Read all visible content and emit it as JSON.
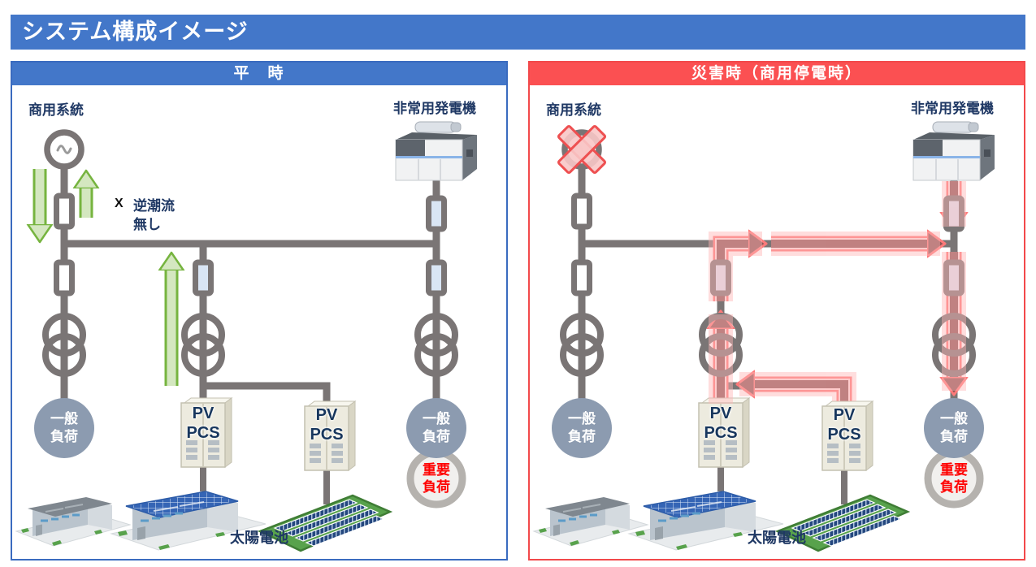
{
  "title": "システム構成イメージ",
  "colors": {
    "banner_blue": "#4377c9",
    "panel_red": "#fb5052",
    "line_gray": "#7a7575",
    "navy_text": "#1f3864",
    "green_arrow_edge": "#76b43f",
    "green_arrow_fill": "#d4e7c0",
    "red_arrow_core": "#8d5757",
    "red_arrow_edge": "#fd7a7a",
    "red_arrow_halo": "#ffb6b6",
    "load_circle": "#8c9bb0",
    "critical_ring": "#b5b2ae",
    "critical_text": "#ff0000",
    "breaker_blue": "#d9e5f4"
  },
  "left_panel": {
    "header": "平　時",
    "grid_label": "商用系統",
    "generator_label": "非常用発電機",
    "no_reverse_x": "X",
    "no_reverse_1": "逆潮流",
    "no_reverse_2": "無し",
    "pv_line1": "PV",
    "pv_line2": "PCS",
    "general_load_1": "一般",
    "general_load_2": "負荷",
    "critical_load_1": "重要",
    "critical_load_2": "負荷",
    "solar_label": "太陽電池"
  },
  "right_panel": {
    "header": "災害時（商用停電時）",
    "grid_label": "商用系統",
    "generator_label": "非常用発電機",
    "pv_line1": "PV",
    "pv_line2": "PCS",
    "general_load_1": "一般",
    "general_load_2": "負荷",
    "critical_load_1": "重要",
    "critical_load_2": "負荷",
    "solar_label": "太陽電池"
  }
}
